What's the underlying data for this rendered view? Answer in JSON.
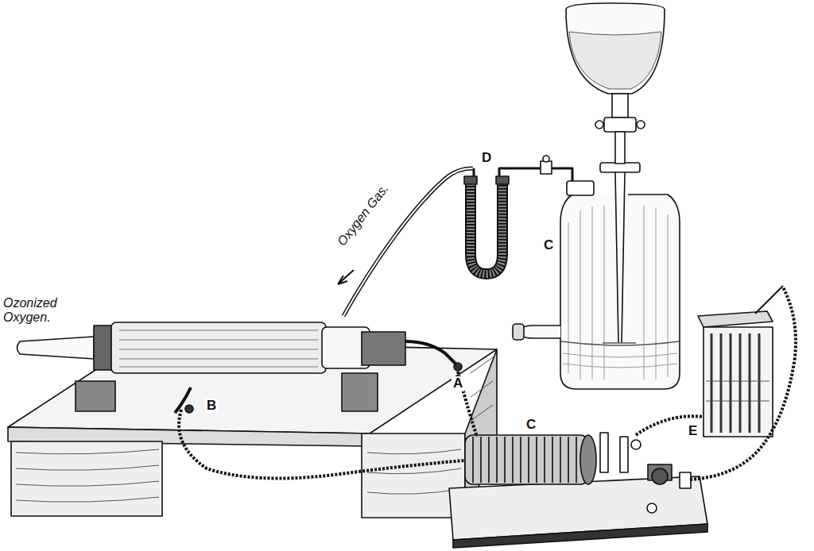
{
  "diagram": {
    "labels": [
      "Ozonized Oxygen.",
      "Oxygen Gas.",
      "D",
      "C",
      "A",
      "B",
      "C",
      "E"
    ]
  }
}
